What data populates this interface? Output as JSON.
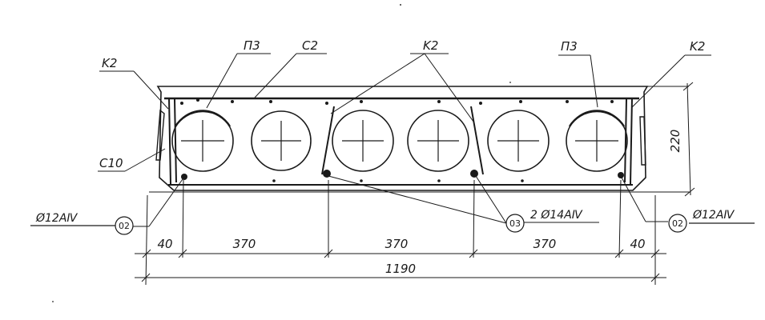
{
  "labels": {
    "k2_left": "K2",
    "p3_left": "П3",
    "c2": "C2",
    "k2_mid": "K2",
    "p3_right": "П3",
    "k2_right": "K2",
    "c10": "C10",
    "rebar_left": "Ø12AⅣ",
    "rebar_mid": "2 Ø14AⅣ",
    "rebar_right": "Ø12AⅣ"
  },
  "position_marks": {
    "left": "02",
    "mid": "03",
    "right": "02"
  },
  "dimensions": {
    "height": "220",
    "segments": [
      "40",
      "370",
      "370",
      "370",
      "40"
    ],
    "total": "1190"
  }
}
